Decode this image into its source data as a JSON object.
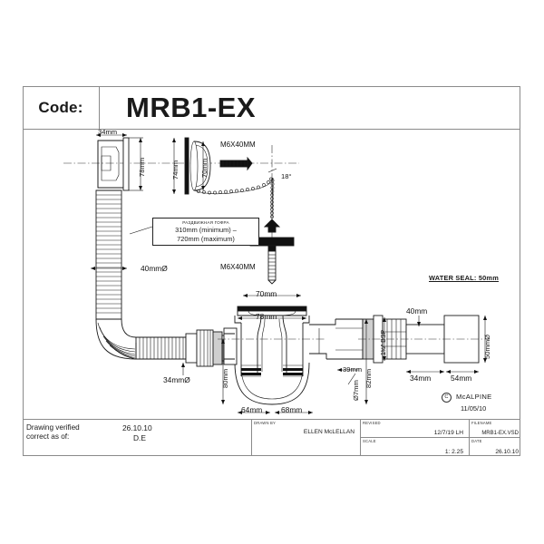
{
  "header": {
    "code_label": "Code:",
    "code_value": "MRB1-EX"
  },
  "drawing": {
    "dimensions": {
      "overflow_width": "34mm",
      "overflow_height": "78mm",
      "grating_plate_height": "74mm",
      "grating_disc_height": "70mm",
      "bolt_top": "M6X40MM",
      "bolt_bottom": "M6X40MM",
      "chain_angle": "18°",
      "hose_upper_dia": "40mmØ",
      "hose_lower_dia": "34mmØ",
      "flange_inner": "70mm",
      "flange_outer": "78mm",
      "trap_left_depth": "80mm",
      "trap_right_depth": "82mm",
      "seal_band": "39mm",
      "bottom_left": "64mm",
      "bottom_right": "68mm",
      "drop_dia": "Ø7mm",
      "thread": "1½\" BSP",
      "outlet_len_40": "40mm",
      "outlet_len_34": "34mm",
      "outlet_len_54": "54mm",
      "outlet_dia_50": "50mmØ"
    },
    "note_box": {
      "russian_caption": "РАЗДВИЖНАЯ ГОФРА",
      "line1": "310mm (minimum) –",
      "line2": "720mm (maximum)"
    },
    "water_seal": "WATER SEAL: 50mm",
    "brand": {
      "copyright": "C",
      "name": "McALPINE",
      "date": "11/05/10"
    }
  },
  "title_block": {
    "verified_line1": "Drawing verified",
    "verified_line2": "correct as of:",
    "verified_date": "26.10.10",
    "verified_by": "D.E",
    "cells": [
      {
        "caption": "DRAWN BY",
        "value": "ELLEN McLELLAN"
      },
      {
        "caption": "REVISED",
        "value": "12/7/19 LH"
      },
      {
        "caption": "FILENAME",
        "value": "MRB1-EX.VSD"
      },
      {
        "caption": "SCALE",
        "value": "1: 2.25"
      },
      {
        "caption": "DATE",
        "value": "26.10.10"
      }
    ]
  }
}
